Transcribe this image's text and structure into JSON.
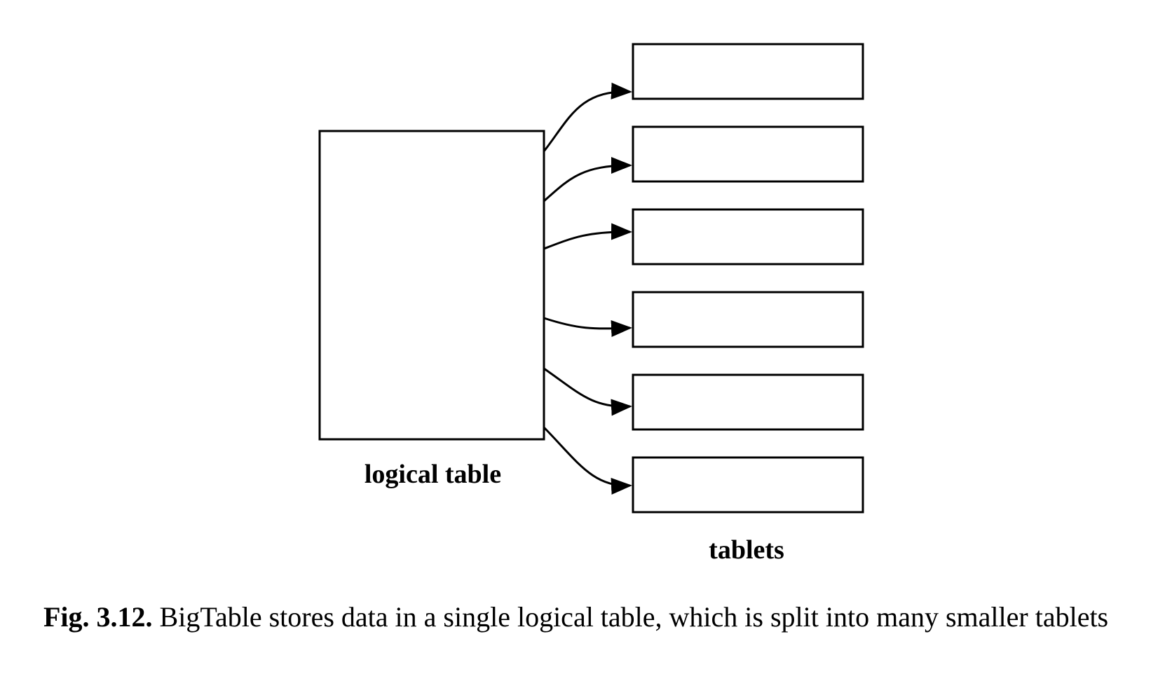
{
  "diagram": {
    "source_label": "logical table",
    "targets_label": "tablets",
    "tablet_count": 6
  },
  "caption": {
    "figure_number": "Fig. 3.12.",
    "text": " BigTable stores data in a single logical table, which is split into many smaller tablets"
  }
}
